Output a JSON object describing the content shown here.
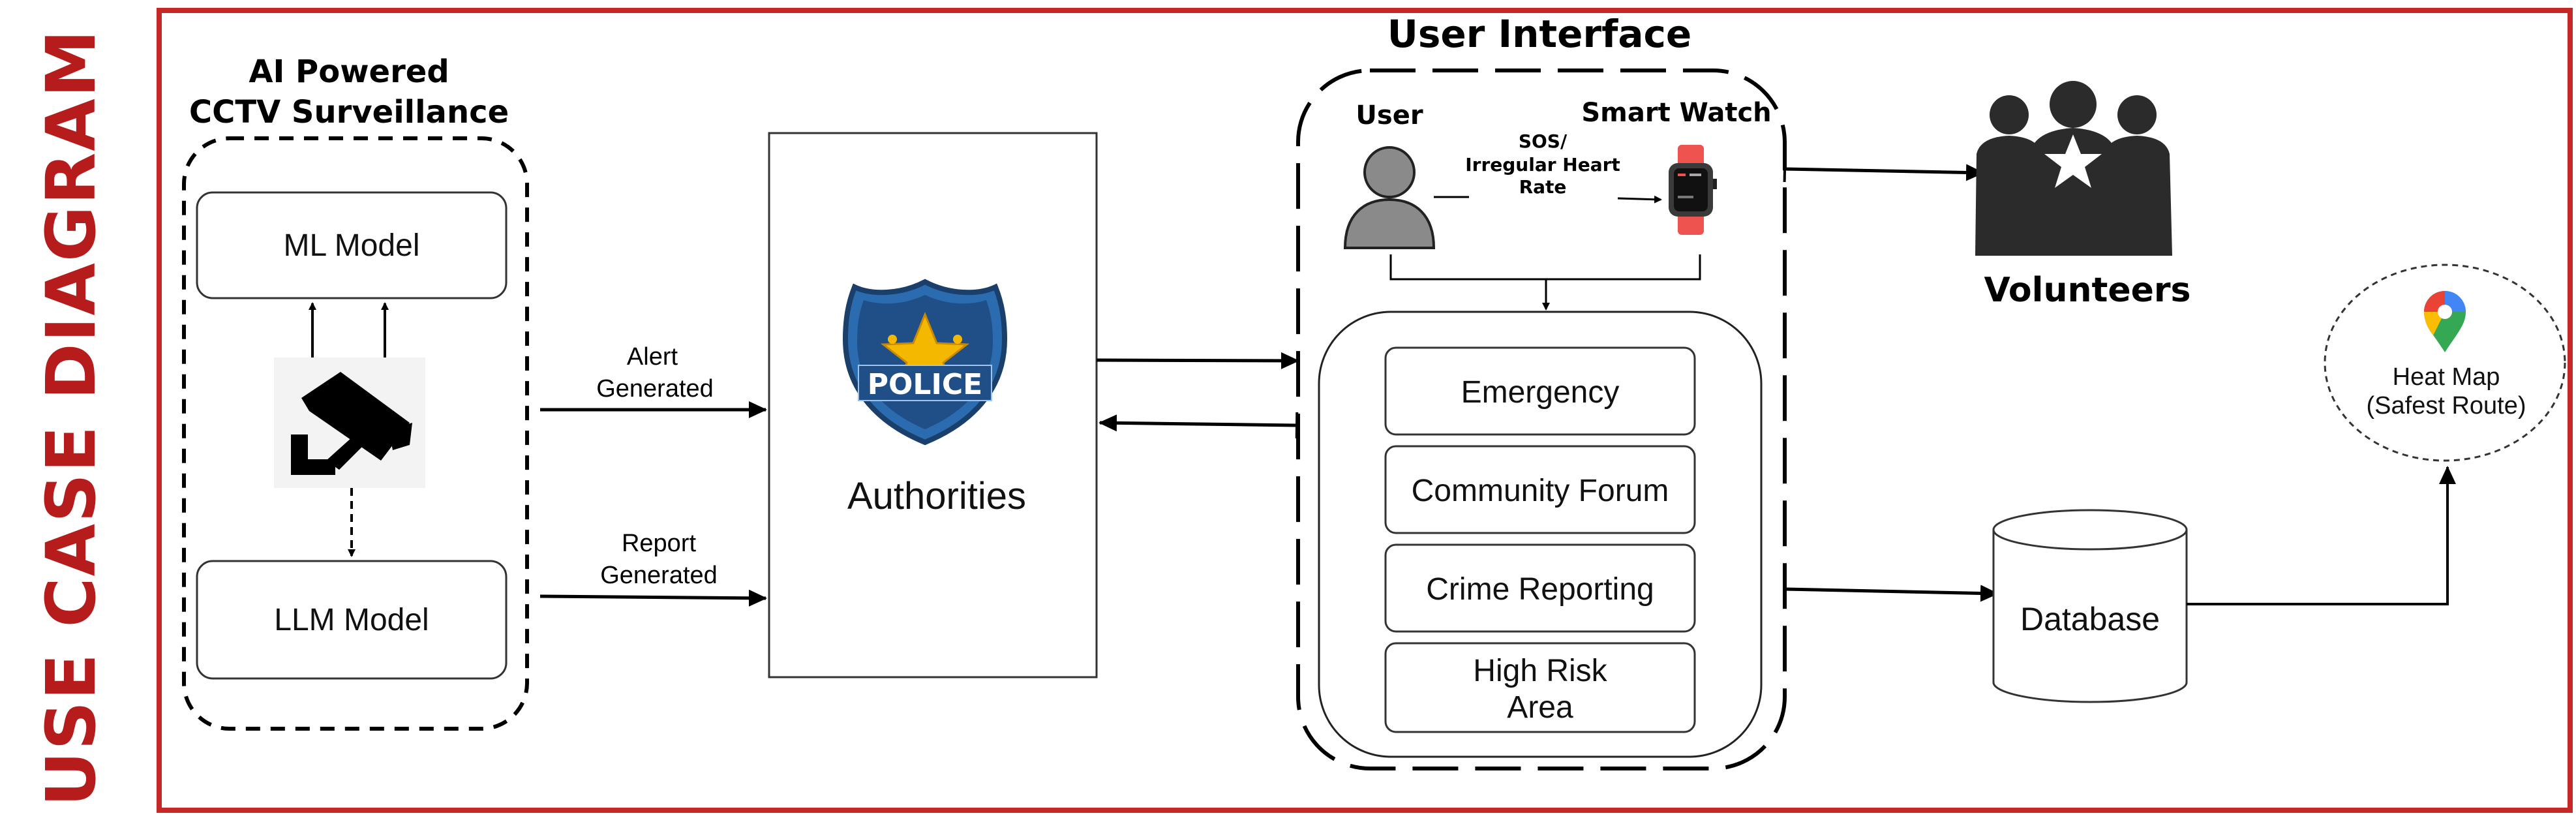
{
  "side_title": "USE  CASE  DIAGRAM",
  "cctv": {
    "title_line1": "AI Powered",
    "title_line2": "CCTV Surveillance",
    "ml_model": "ML Model",
    "llm_model": "LLM Model"
  },
  "arrows": {
    "alert_line1": "Alert",
    "alert_line2": "Generated",
    "report_line1": "Report",
    "report_line2": "Generated",
    "sos_line1": "SOS/",
    "sos_line2": "Irregular Heart",
    "sos_line3": "Rate"
  },
  "authorities": {
    "badge_text": "POLICE",
    "label": "Authorities"
  },
  "user_interface": {
    "title": "User Interface",
    "user_label": "User",
    "watch_label": "Smart Watch",
    "features": {
      "emergency": "Emergency",
      "community_forum": "Community Forum",
      "crime_reporting": "Crime Reporting",
      "high_risk_line1": "High Risk",
      "high_risk_line2": "Area"
    }
  },
  "volunteers": {
    "label": "Volunteers"
  },
  "database": {
    "label": "Database"
  },
  "heat_map": {
    "line1": "Heat Map",
    "line2": "(Safest Route)"
  },
  "colors": {
    "frame_red": "#c62828",
    "side_title_red": "#b71c1c",
    "police_blue": "#1f4f86",
    "star_gold": "#f5b800",
    "watch_red": "#ef5350",
    "person_gray": "#8a8a8a"
  }
}
